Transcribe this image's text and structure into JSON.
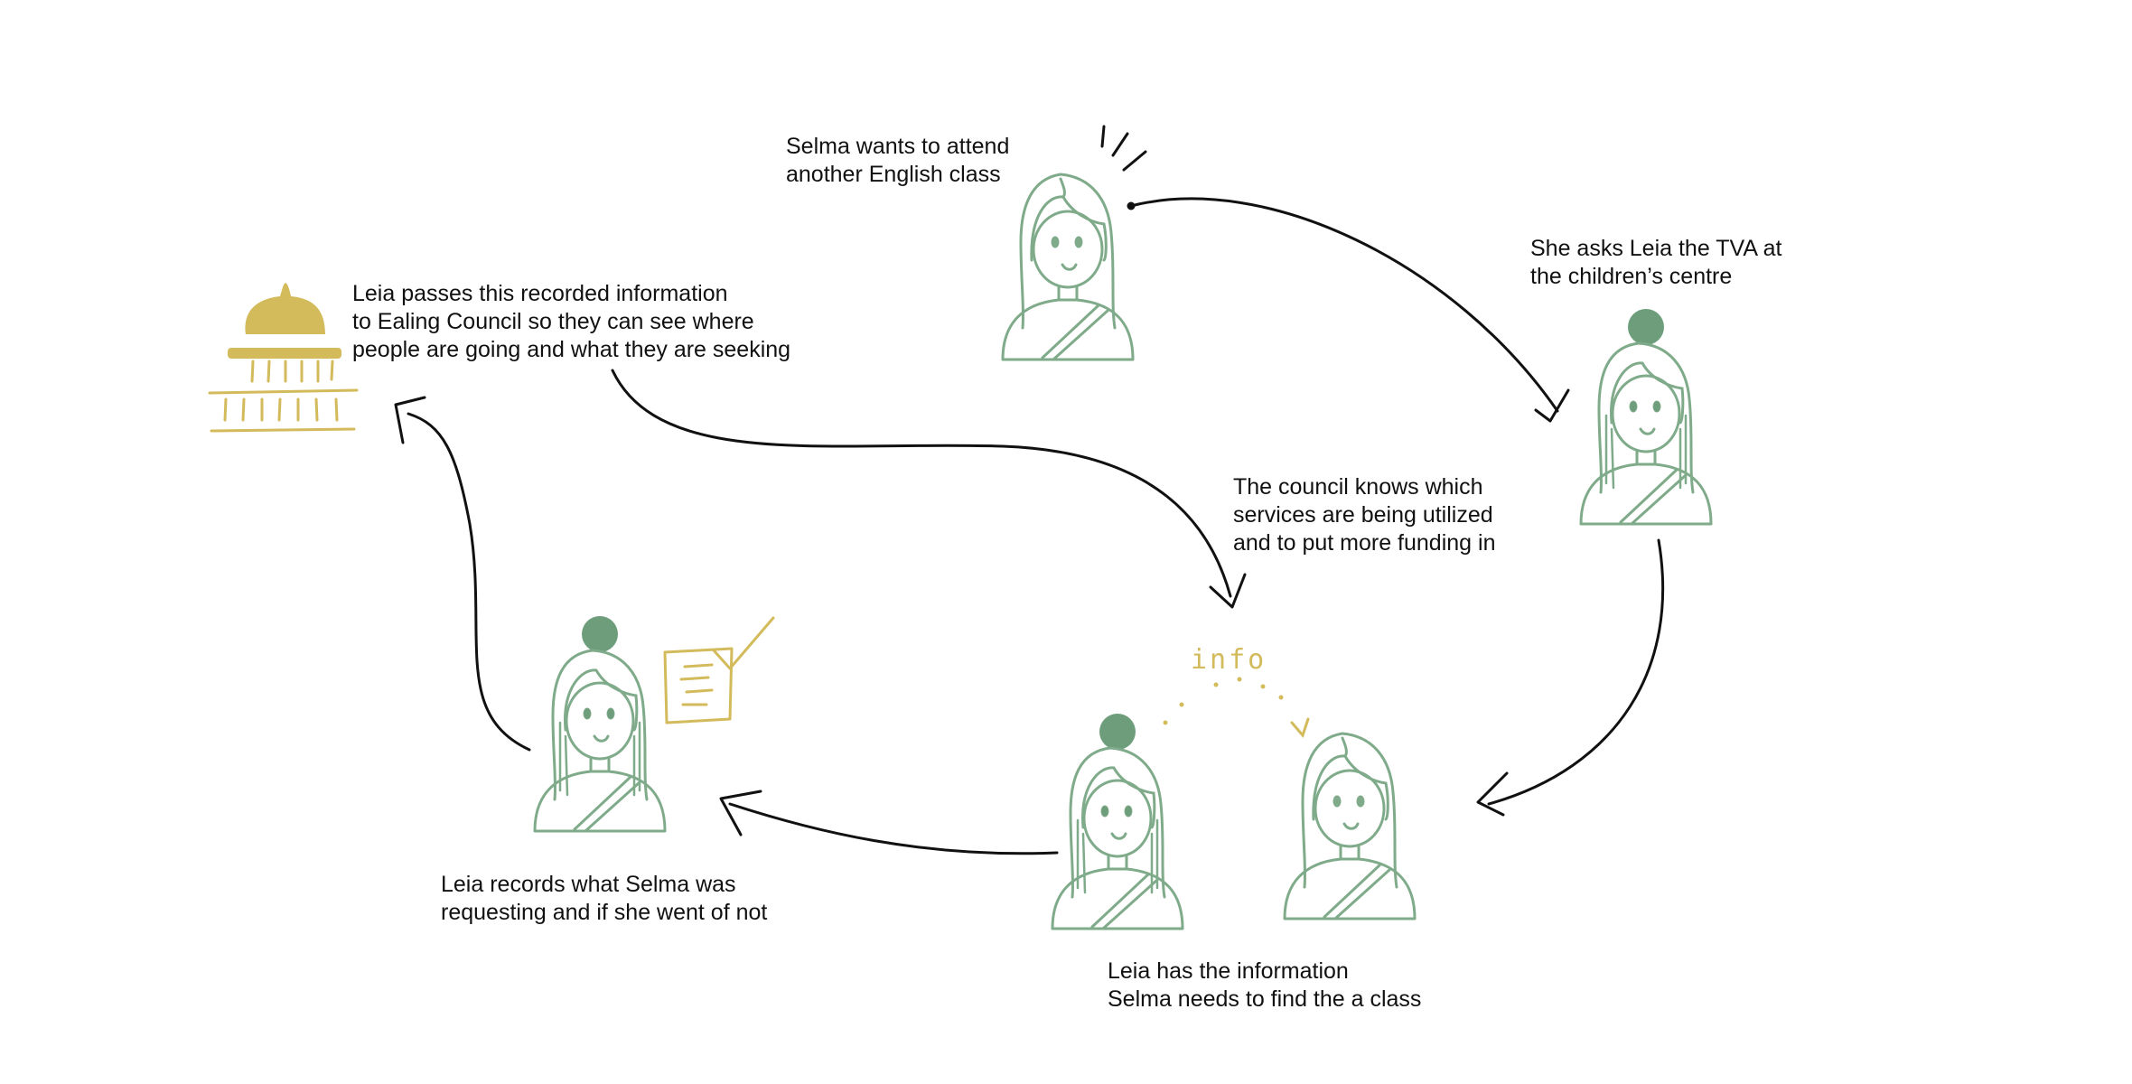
{
  "colors": {
    "figure": "#7fab8a",
    "hair_bun": "#6e9d7c",
    "gold": "#d3bb5c",
    "arrow": "#111111",
    "text": "#111111"
  },
  "captions": {
    "selma_wants": {
      "line1": "Selma wants to attend",
      "line2": "another English class"
    },
    "asks_leia": {
      "line1": "She asks Leia the TVA at",
      "line2": "the children’s centre"
    },
    "leia_has_info": {
      "line1": "Leia has the information",
      "line2": "Selma needs to find the a class"
    },
    "leia_records": {
      "line1": "Leia records what Selma was",
      "line2": "requesting and if she went of not"
    },
    "leia_passes": {
      "line1": "Leia passes this recorded information",
      "line2": "to Ealing Council so they can see where",
      "line3": "people are going and what they are seeking"
    },
    "council_knows": {
      "line1": "The council knows which",
      "line2": "services are being utilized",
      "line3": "and to put more funding in"
    }
  },
  "info_label": "info",
  "icons": {
    "council": "council-building-icon",
    "clipboard": "checked-clipboard-icon"
  }
}
